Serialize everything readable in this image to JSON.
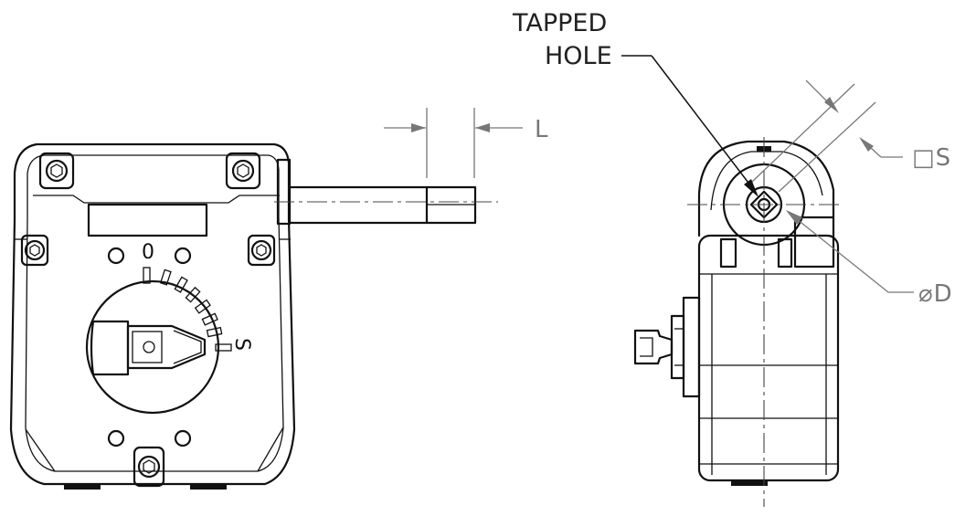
{
  "labels": {
    "tapped_hole_line1": "TAPPED",
    "tapped_hole_line2": "HOLE",
    "dim_L": "L",
    "dim_S": "□S",
    "dim_D": "⌀D"
  },
  "dial": {
    "zero_mark": "0",
    "s_mark": "S"
  }
}
